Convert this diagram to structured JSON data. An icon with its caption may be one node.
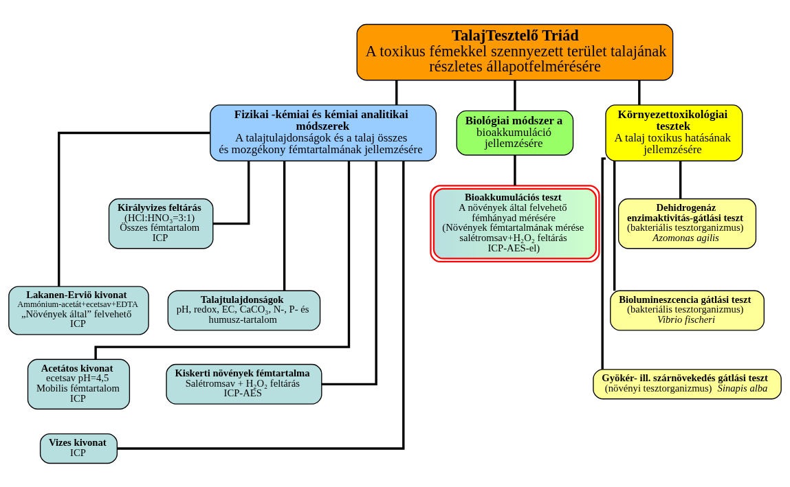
{
  "diagram": {
    "nodes": [
      {
        "text": [
          "TalajTesztelő Triád",
          "A toxikus fémekkel szennyezett terület talajának részletes állapotfelmérésére"
        ]
      },
      {
        "text": [
          "Fizikai -kémiai és kémiai analitikai módszerek",
          "A talajtulajdonságok és a talaj összes és mozgékony fémtartalmának jellemzésére"
        ]
      },
      {
        "text": [
          "Biológiai módszer a",
          "bioakkumuláció jellemzésére"
        ]
      },
      {
        "text": [
          "Környezettoxikológiai tesztek",
          "A talaj toxikus hatásának jellemzésére"
        ]
      },
      {
        "text": [
          "Királyvizes feltárás",
          "(HCl:HNO₃=3:1)",
          "Összes fémtartalom",
          "ICP"
        ]
      },
      {
        "text": [
          "Lakanen-Erviö kivonat",
          "Ammónium-acetát+ecetsav+EDTA",
          "„Növények által” felvehető",
          "ICP"
        ]
      },
      {
        "text": [
          "Acetátos kivonat",
          "ecetsav pH=4,5",
          "Mobilis fémtartalom",
          "ICP"
        ]
      },
      {
        "text": [
          "Vizes kivonat",
          "ICP"
        ]
      },
      {
        "text": [
          "Talajtulajdonságok",
          "pH, redox, EC, CaCO₃, N-, P- és humusz-tartalom"
        ]
      },
      {
        "text": [
          "Kiskerti növények fémtartalma",
          "Salétromsav + H₂O₂ feltárás",
          "ICP-AES"
        ]
      },
      {
        "text": [
          "Bioakkumulációs teszt",
          "A növények által felvehető fémhányad mérésére",
          "(Növények fémtartalmának mérése salétromsav+H₂O₂ feltárás ICP-AES-el)"
        ]
      },
      {
        "text": [
          "Dehidrogenáz enzimaktivitás-gátlási teszt",
          "(bakteriális tesztorganizmus)",
          "Azomonas agilis"
        ]
      },
      {
        "text": [
          "Biolumineszcencia gátlási teszt",
          "(bakteriális tesztorganizmus)",
          "Vibrio fischeri"
        ]
      },
      {
        "text": [
          "**Gyökér- ill. szárnövekedés gátlási teszt** (növényi tesztorganizmus) *Sinapis alba*"
        ]
      }
    ],
    "edges": [
      {
        "from": 0,
        "to": 1,
        "arrow": "none"
      },
      {
        "from": 0,
        "to": 2,
        "arrow": "none"
      },
      {
        "from": 0,
        "to": 3,
        "arrow": "none"
      },
      {
        "from": 1,
        "to": 4,
        "arrow": "none"
      },
      {
        "from": 1,
        "to": 5,
        "arrow": "none"
      },
      {
        "from": 1,
        "to": 6,
        "arrow": "none"
      },
      {
        "from": 1,
        "to": 7,
        "arrow": "none"
      },
      {
        "from": 1,
        "to": 8,
        "arrow": "none"
      },
      {
        "from": 1,
        "to": 9,
        "arrow": "none"
      },
      {
        "from": 2,
        "to": 10,
        "arrow": "none"
      },
      {
        "from": 3,
        "to": 11,
        "arrow": "none"
      },
      {
        "from": 3,
        "to": 12,
        "arrow": "none"
      },
      {
        "from": 3,
        "to": 13,
        "arrow": "none"
      }
    ]
  }
}
